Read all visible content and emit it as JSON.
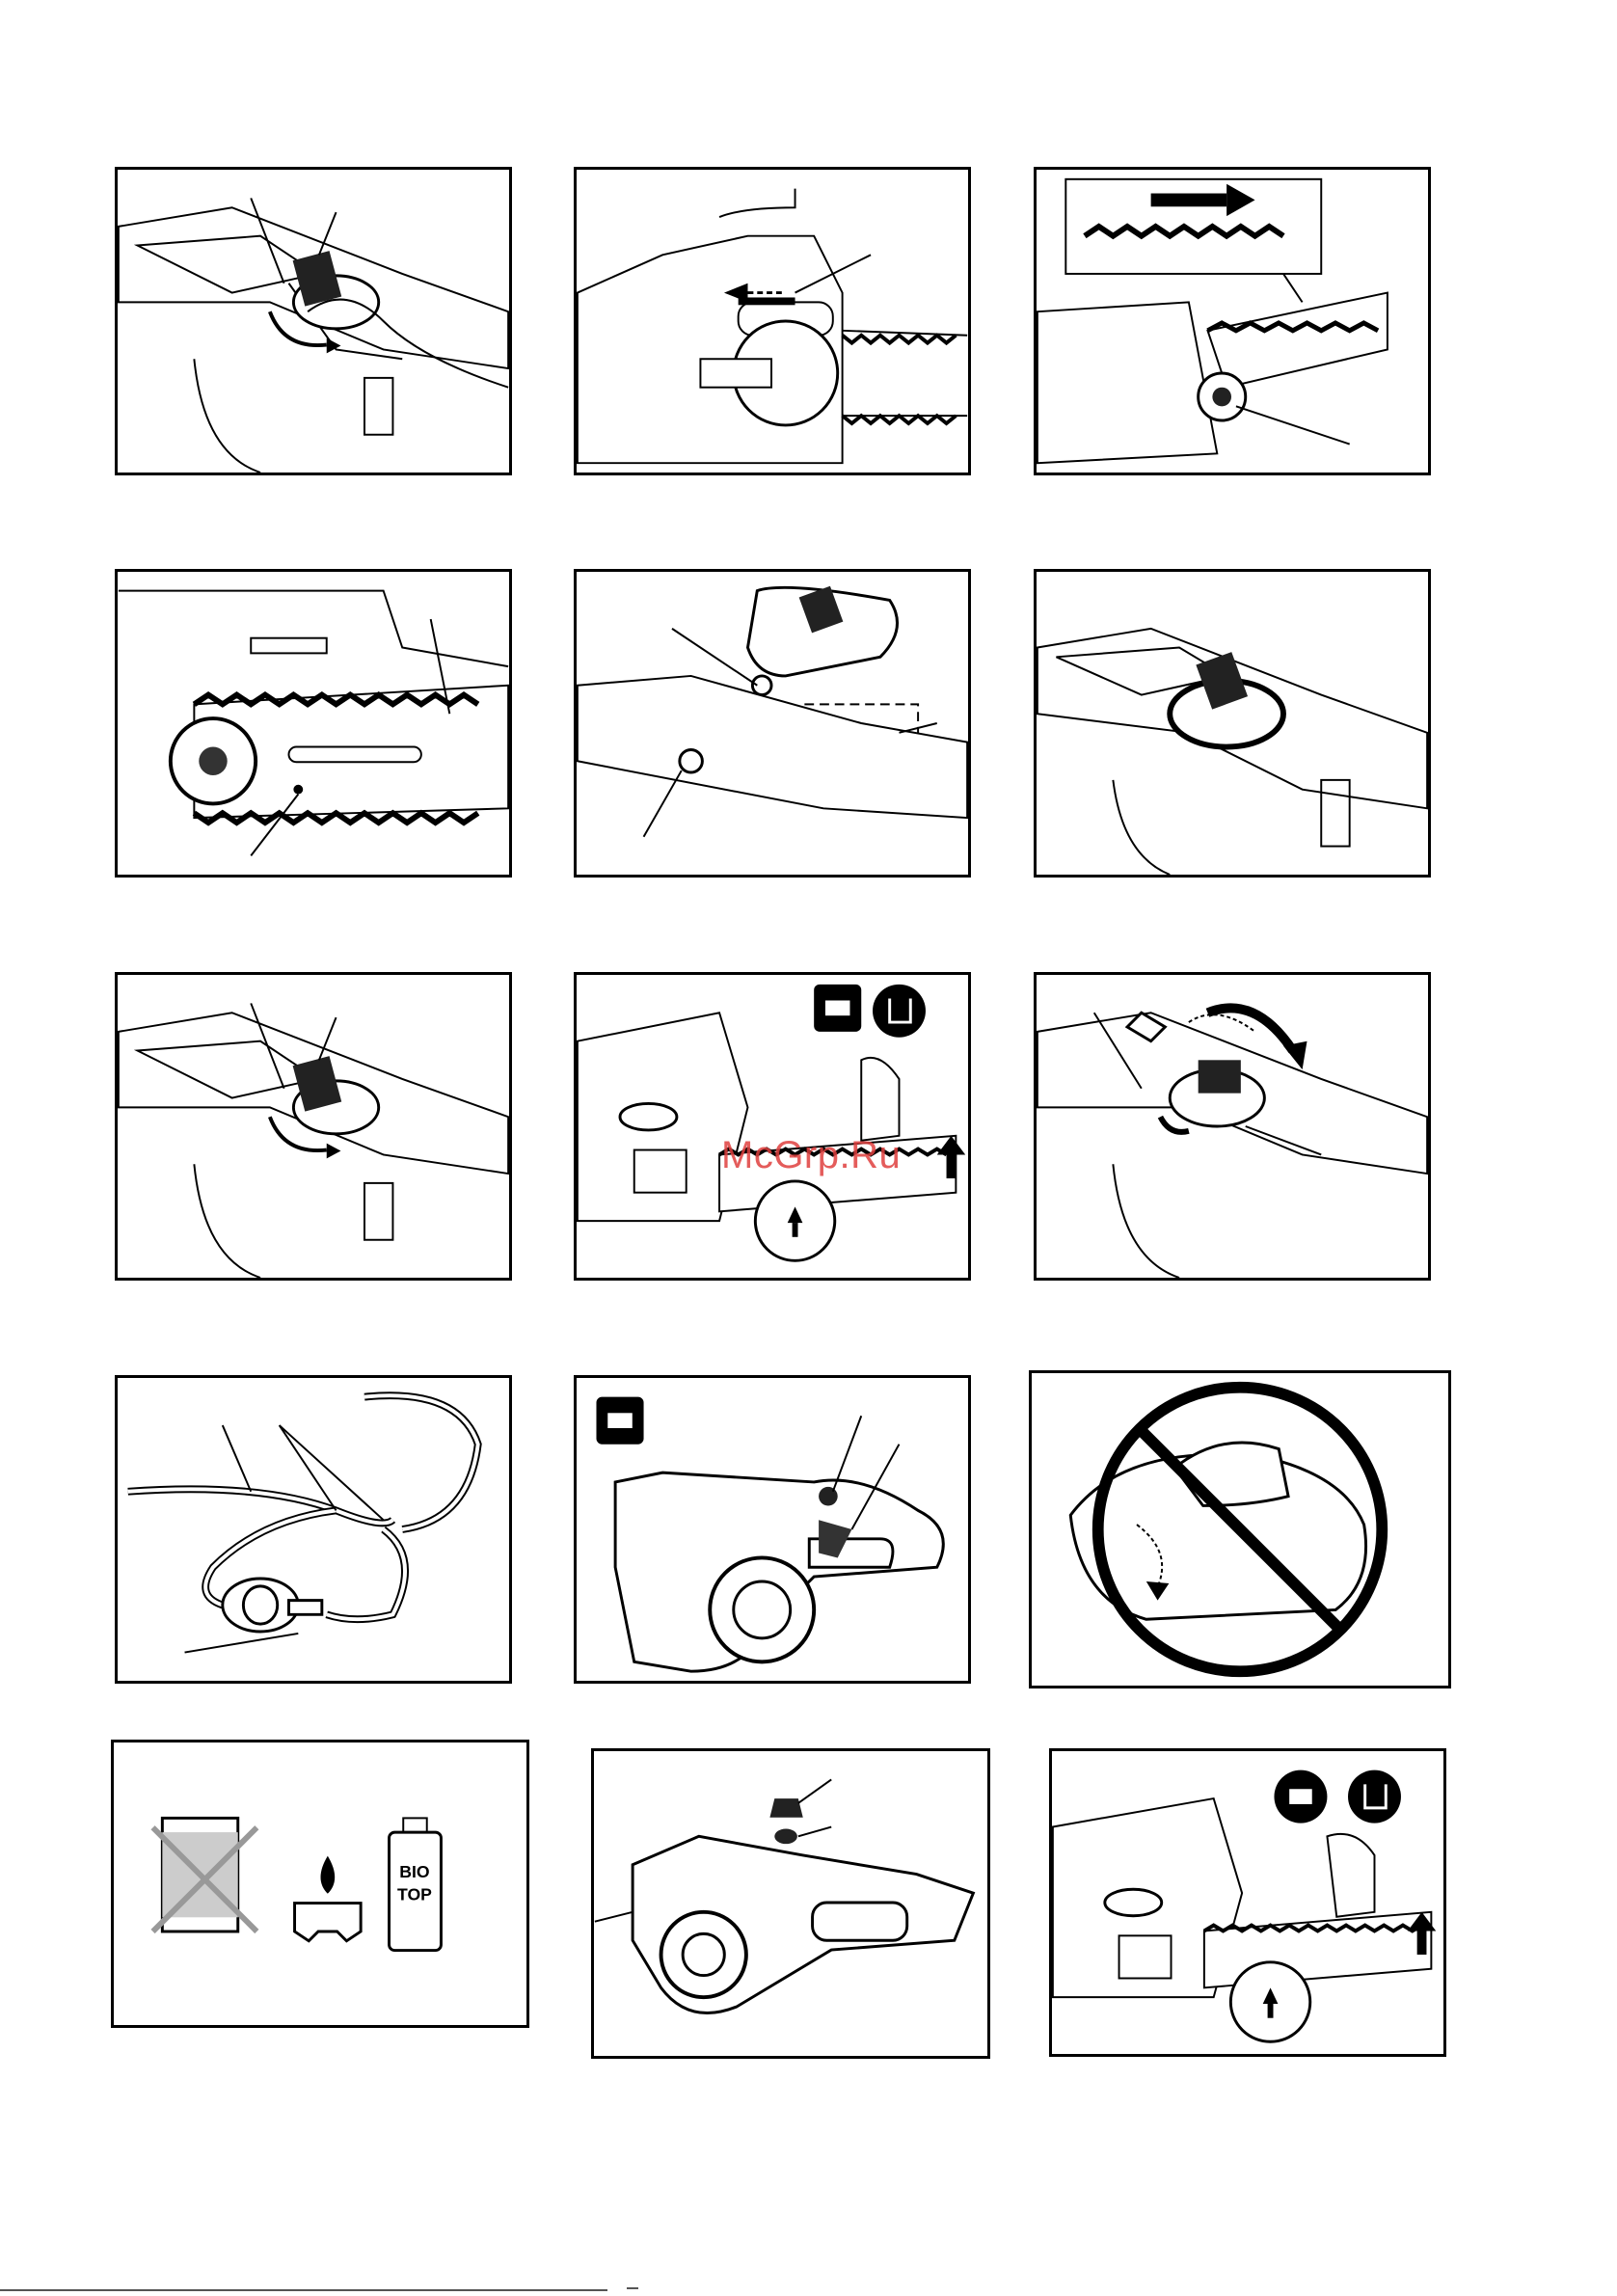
{
  "watermark": {
    "text": "McGrp.Ru",
    "color": "#e0403f"
  },
  "figures": [
    {
      "name": "chain-tension-knob"
    },
    {
      "name": "chain-brake-release"
    },
    {
      "name": "chain-direction"
    },
    {
      "name": "bar-chain-fitting"
    },
    {
      "name": "sprocket-cover-fitting"
    },
    {
      "name": "tension-wheel-closed"
    },
    {
      "name": "chain-tension-knob-2"
    },
    {
      "name": "chain-tension-check"
    },
    {
      "name": "tension-knob-lock"
    },
    {
      "name": "extension-cable-strain-relief"
    },
    {
      "name": "lock-off-trigger"
    },
    {
      "name": "do-not-hold-wrong"
    },
    {
      "name": "oil-types"
    },
    {
      "name": "oil-tank-cap"
    },
    {
      "name": "chain-tension-check-2"
    }
  ],
  "oil": {
    "bottle_line1": "BIO",
    "bottle_line2": "TOP"
  }
}
